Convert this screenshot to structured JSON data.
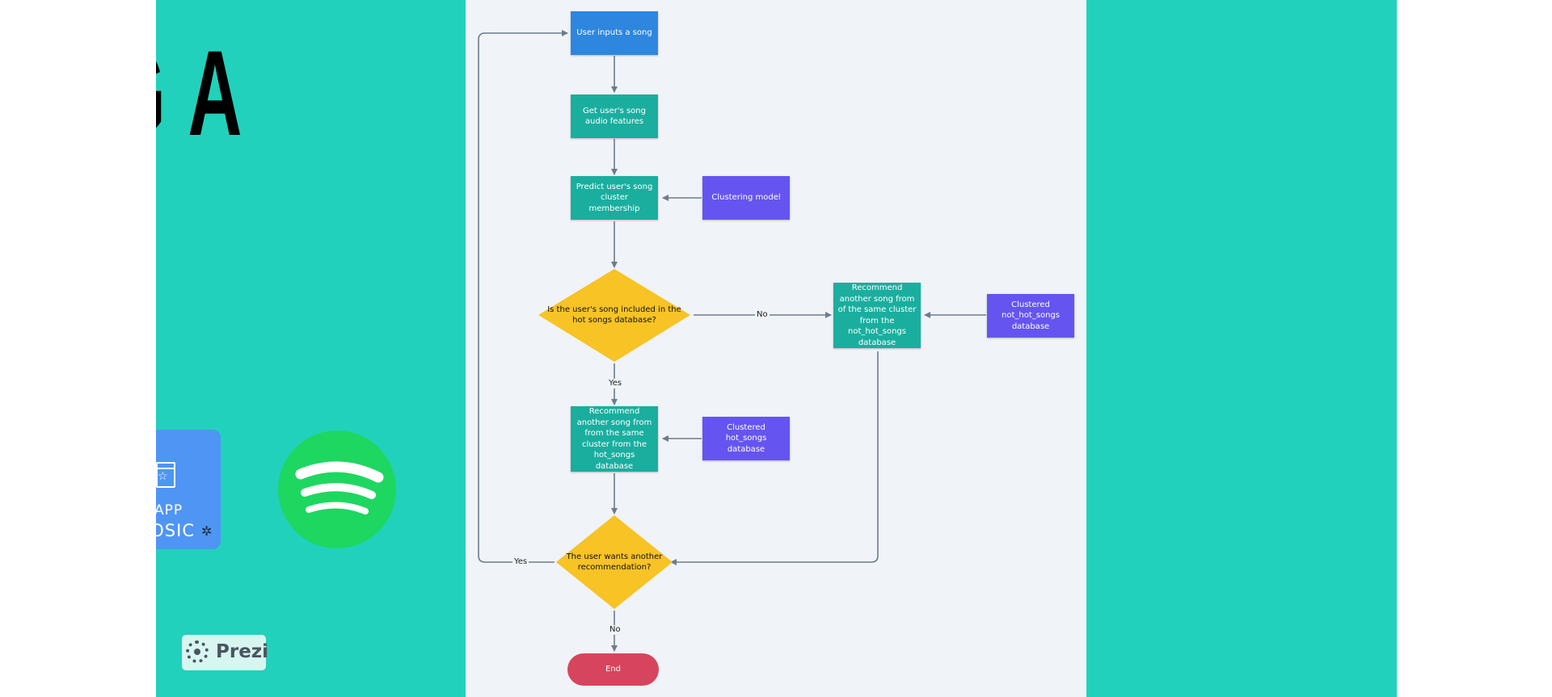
{
  "left_slide": {
    "title_fragment": "NG A",
    "app_card": {
      "line1": "APP",
      "line2": "OSIC"
    },
    "prezi_label": "Prezi"
  },
  "flowchart": {
    "nodes": {
      "start": "User inputs a song",
      "get_features": "Get user's song audio features",
      "predict_cluster": "Predict user's song cluster membership",
      "clustering_model": "Clustering model",
      "decision_hot": "Is the user's song included in the hot songs database?",
      "recommend_not_hot": "Recommend another song from of the same cluster from the not_hot_songs database",
      "clustered_not_hot": "Clustered not_hot_songs database",
      "recommend_hot": "Recommend another song from from the same cluster from the hot_songs database",
      "clustered_hot": "Clustered hot_songs database",
      "decision_again": "The user wants another recommendation?",
      "end": "End"
    },
    "edge_labels": {
      "no_right": "No",
      "yes_down": "Yes",
      "yes_loop": "Yes",
      "no_end": "No"
    },
    "colors": {
      "start": "#2e86de",
      "process": "#1aae9f",
      "data": "#6554f0",
      "decision": "#f7c325",
      "end": "#d6455d",
      "connector": "#6b7c8f",
      "background": "#f0f3f7",
      "slide_teal": "#21d1bc"
    }
  }
}
